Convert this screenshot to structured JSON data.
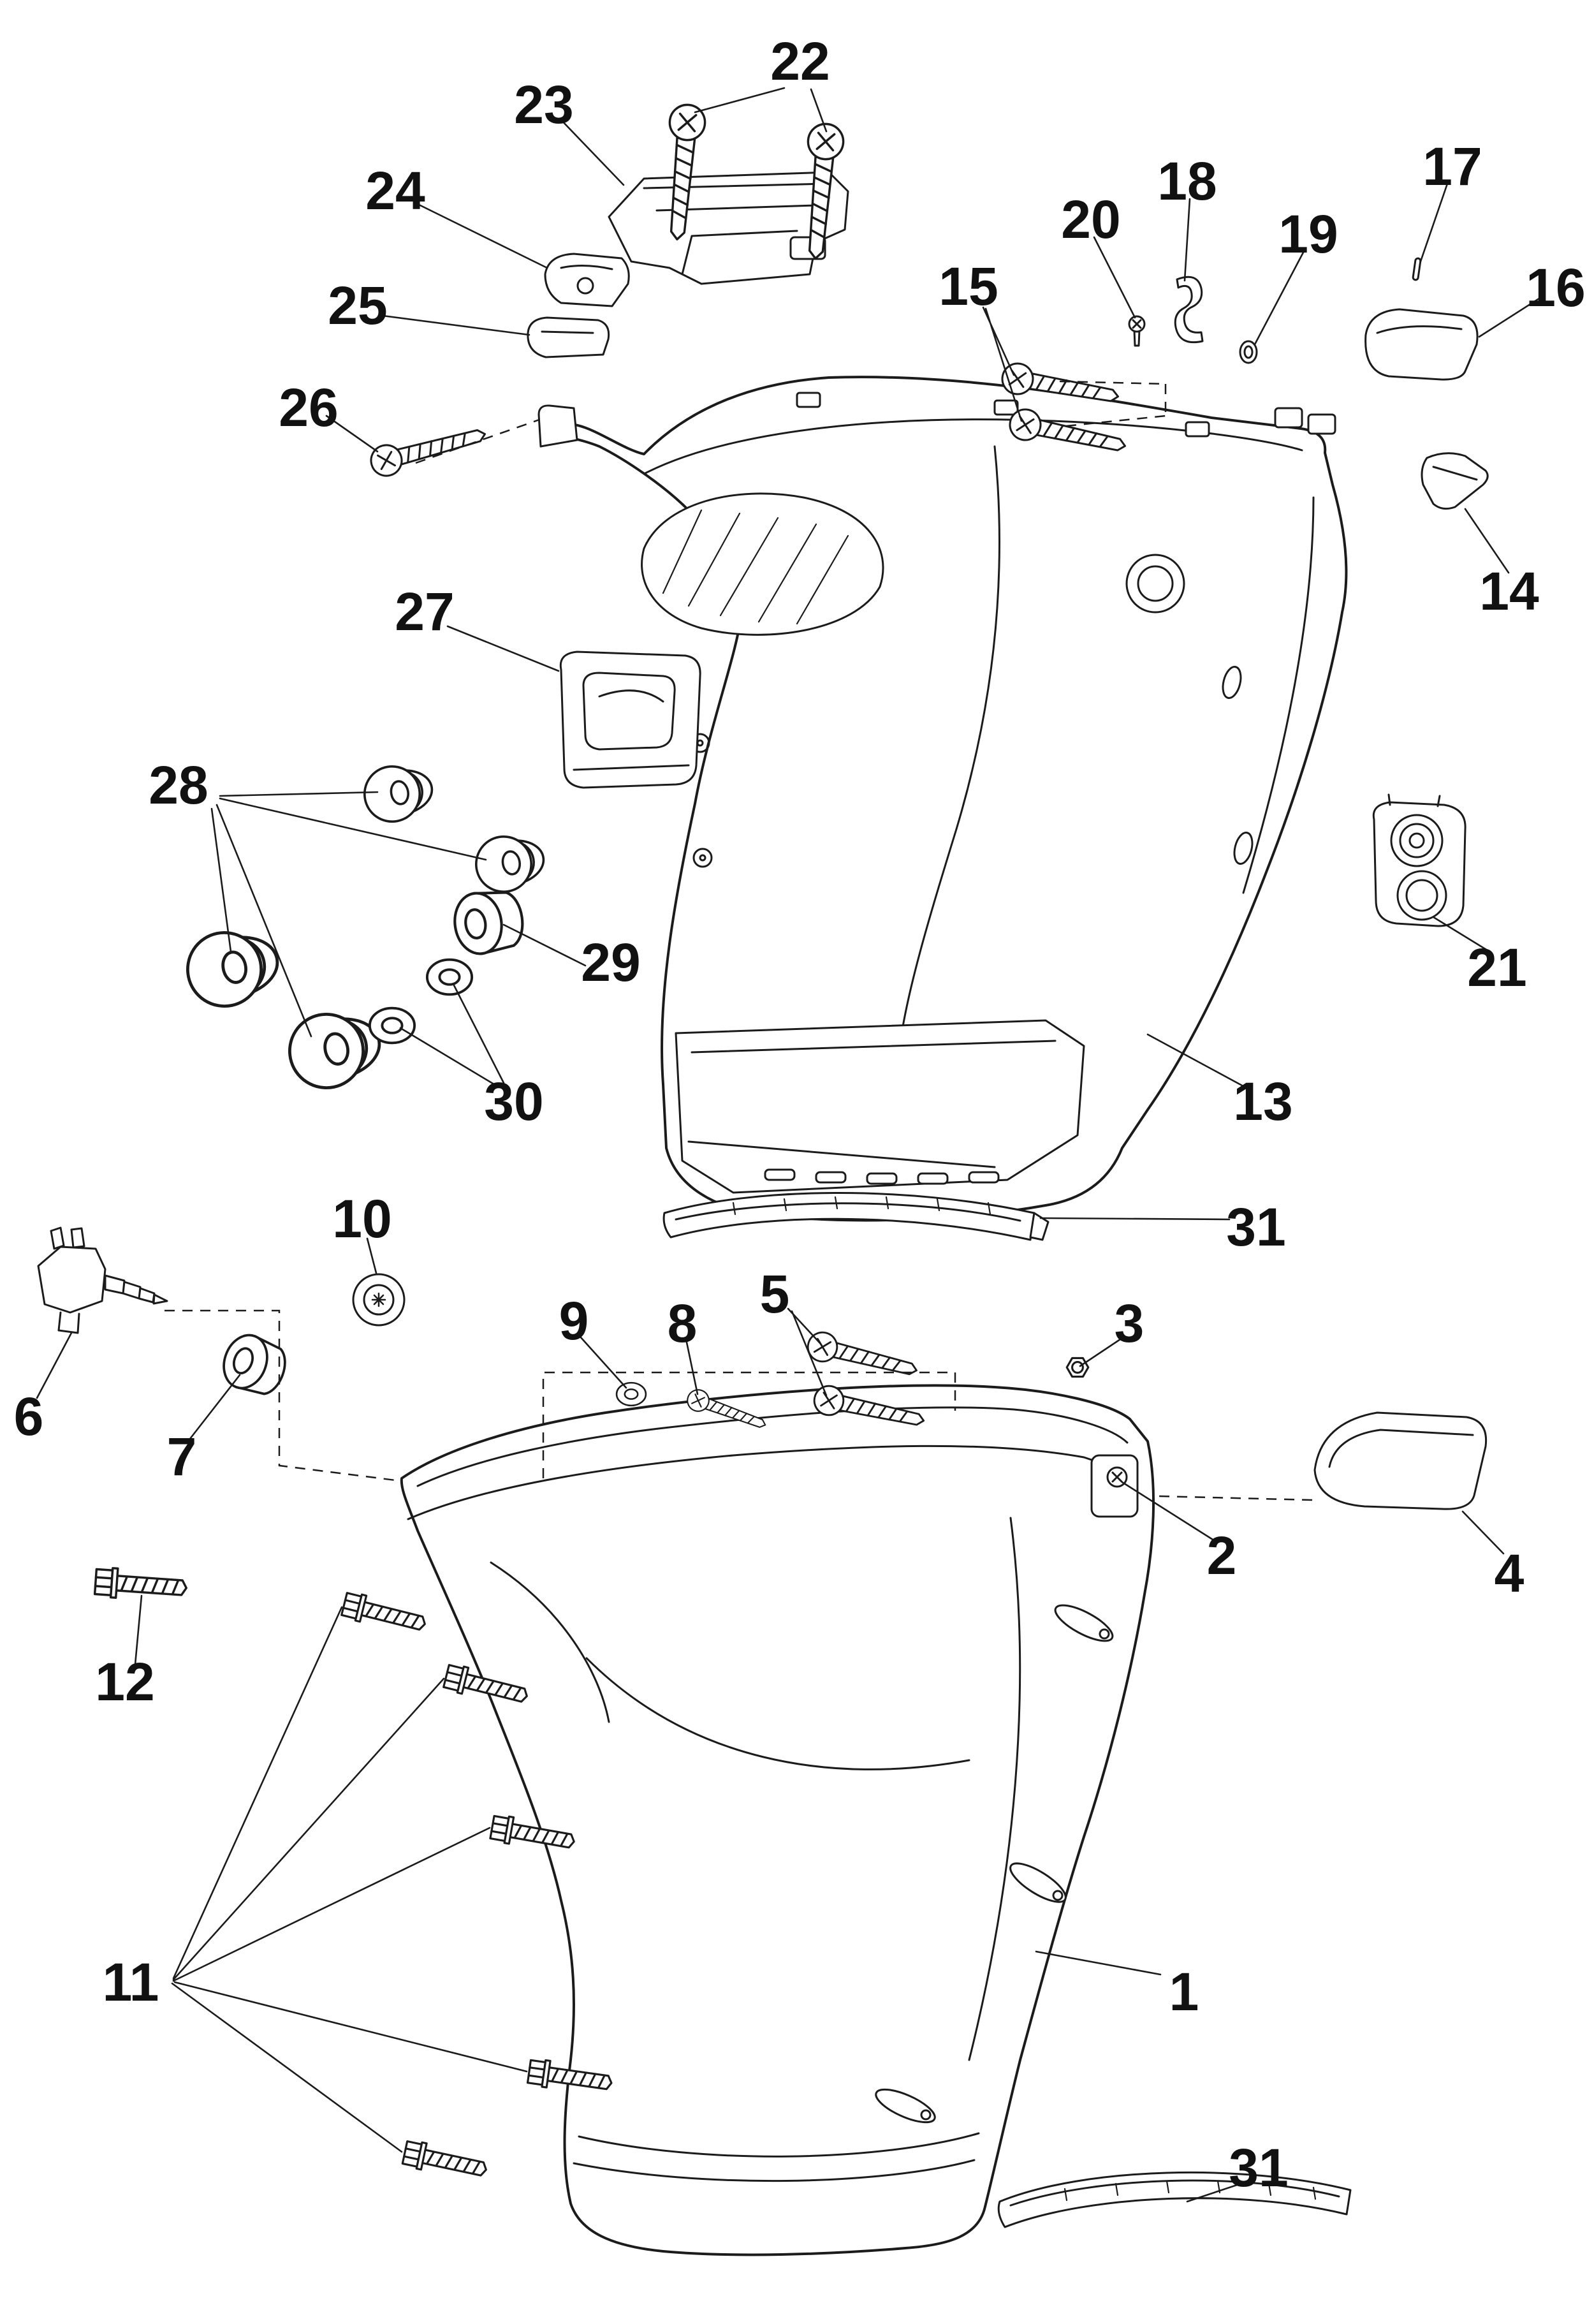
{
  "background_color": "#ffffff",
  "line_color": "#1b1b1b",
  "figure": {
    "type": "exploded-parts-diagram",
    "callout_numbers": [
      "1",
      "2",
      "3",
      "4",
      "5",
      "6",
      "7",
      "8",
      "9",
      "10",
      "11",
      "12",
      "13",
      "14",
      "15",
      "16",
      "17",
      "18",
      "19",
      "20",
      "21",
      "22",
      "23",
      "24",
      "25",
      "26",
      "27",
      "28",
      "29",
      "30",
      "31"
    ],
    "duplicate_callouts": [
      "31"
    ]
  },
  "callouts": {
    "n1": {
      "label": "1"
    },
    "n2": {
      "label": "2"
    },
    "n3": {
      "label": "3"
    },
    "n4": {
      "label": "4"
    },
    "n5": {
      "label": "5"
    },
    "n6": {
      "label": "6"
    },
    "n7": {
      "label": "7"
    },
    "n8": {
      "label": "8"
    },
    "n9": {
      "label": "9"
    },
    "n10": {
      "label": "10"
    },
    "n11": {
      "label": "11"
    },
    "n12": {
      "label": "12"
    },
    "n13": {
      "label": "13"
    },
    "n14": {
      "label": "14"
    },
    "n15": {
      "label": "15"
    },
    "n16": {
      "label": "16"
    },
    "n17": {
      "label": "17"
    },
    "n18": {
      "label": "18"
    },
    "n19": {
      "label": "19"
    },
    "n20": {
      "label": "20"
    },
    "n21": {
      "label": "21"
    },
    "n22": {
      "label": "22"
    },
    "n23": {
      "label": "23"
    },
    "n24": {
      "label": "24"
    },
    "n25": {
      "label": "25"
    },
    "n26": {
      "label": "26"
    },
    "n27": {
      "label": "27"
    },
    "n28": {
      "label": "28"
    },
    "n29": {
      "label": "29"
    },
    "n30": {
      "label": "30"
    },
    "n31": {
      "label": "31"
    }
  }
}
